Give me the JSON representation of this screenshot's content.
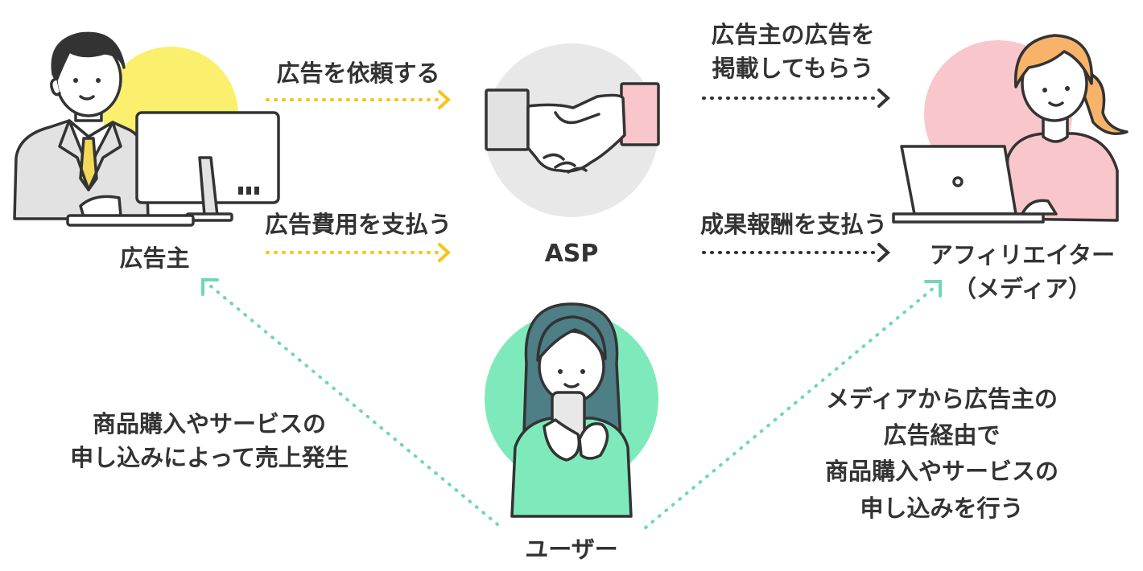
{
  "nodes": {
    "advertiser": "広告主",
    "asp": "ASP",
    "affiliate_line1": "アフィリエイター",
    "affiliate_line2": "（メディア）",
    "user": "ユーザー"
  },
  "flows": {
    "request_ad": "広告を依頼する",
    "pay_ad_cost": "広告費用を支払う",
    "post_ad_line1": "広告主の広告を",
    "post_ad_line2": "掲載してもらう",
    "pay_reward": "成果報酬を支払う",
    "sales_line1": "商品購入やサービスの",
    "sales_line2": "申し込みによって売上発生",
    "user_action_line1": "メディアから広告主の",
    "user_action_line2": "広告経由で",
    "user_action_line3": "商品購入やサービスの",
    "user_action_line4": "申し込みを行う"
  },
  "colors": {
    "advertiser_circle": "#fbf06e",
    "asp_circle": "#e8e8e8",
    "affiliate_circle": "#f8c6cb",
    "user_circle": "#7eeabc",
    "arrow_yellow": "#f5c518",
    "arrow_dark": "#333333",
    "arrow_teal": "#6fd6bb",
    "ink": "#333333"
  }
}
